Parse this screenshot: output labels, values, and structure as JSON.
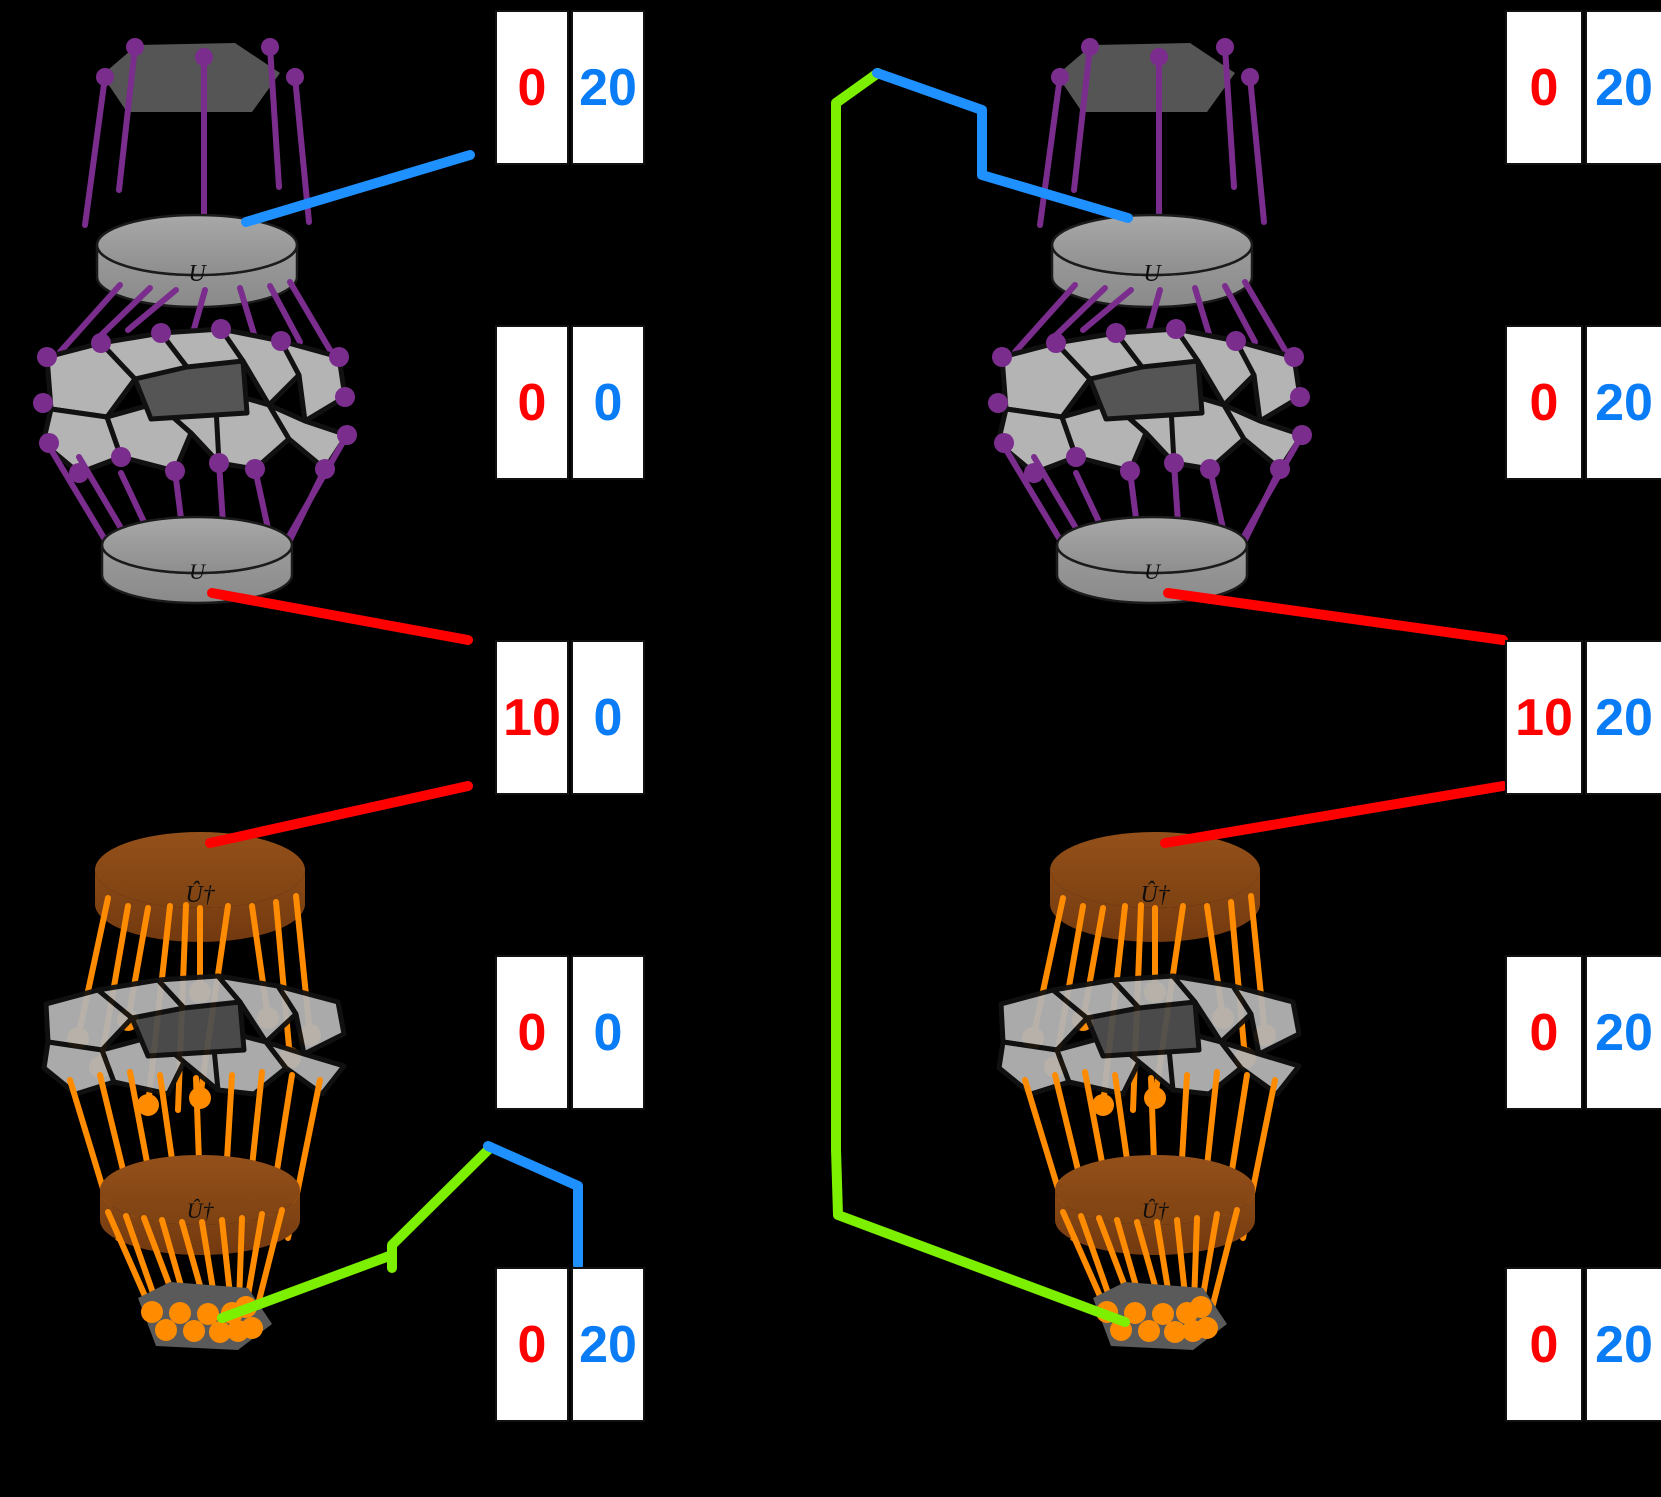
{
  "figure": {
    "background_color": "#000000",
    "title": "",
    "panels": [
      {
        "id": "left-panel",
        "name": "left-circuit-panel",
        "gate_labels": {
          "unitary": "U",
          "unitary_dagger": "Û†"
        },
        "counters": [
          {
            "id": "lp-counter-1",
            "red": "0",
            "blue": "20",
            "connector": "blue",
            "attached_to": "upper-U-gate"
          },
          {
            "id": "lp-counter-2",
            "red": "0",
            "blue": "0",
            "connector": "none",
            "attached_to": "upper-lattice"
          },
          {
            "id": "lp-counter-3",
            "red": "10",
            "blue": "0",
            "connector": "red",
            "attached_to": "lower-U-gate"
          },
          {
            "id": "lp-counter-4",
            "red": "0",
            "blue": "0",
            "connector": "none",
            "attached_to": "lower-lattice"
          },
          {
            "id": "lp-counter-5",
            "red": "0",
            "blue": "20",
            "connector": "green-blue",
            "attached_to": "bottom-pentagon"
          }
        ]
      },
      {
        "id": "right-panel",
        "name": "right-circuit-panel",
        "gate_labels": {
          "unitary": "U",
          "unitary_dagger": "Û†"
        },
        "counters": [
          {
            "id": "rp-counter-1",
            "red": "0",
            "blue": "20",
            "connector": "blue",
            "attached_to": "upper-U-gate"
          },
          {
            "id": "rp-counter-2",
            "red": "0",
            "blue": "20",
            "connector": "none",
            "attached_to": "upper-lattice"
          },
          {
            "id": "rp-counter-3",
            "red": "10",
            "blue": "20",
            "connector": "red",
            "attached_to": "lower-U-gate"
          },
          {
            "id": "rp-counter-4",
            "red": "0",
            "blue": "20",
            "connector": "none",
            "attached_to": "lower-lattice"
          },
          {
            "id": "rp-counter-5",
            "red": "0",
            "blue": "20",
            "connector": "green",
            "attached_to": "bottom-pentagon"
          }
        ]
      }
    ],
    "colors": {
      "red_value": "#ff0000",
      "blue_value": "#0a7cf5",
      "connector_blue": "#1e90ff",
      "connector_red": "#ff0000",
      "connector_green": "#7cf000",
      "wire_purple": "#7b2d8e",
      "wire_orange": "#ff8c00",
      "gate_gray": "#9a9a9a",
      "gate_brown": "#8b4513",
      "lattice_light": "#b0b0b0",
      "lattice_dark": "#555555",
      "pentagon_dark": "#4a4a4a",
      "box_fill": "#ffffff",
      "box_border": "#111111"
    }
  }
}
